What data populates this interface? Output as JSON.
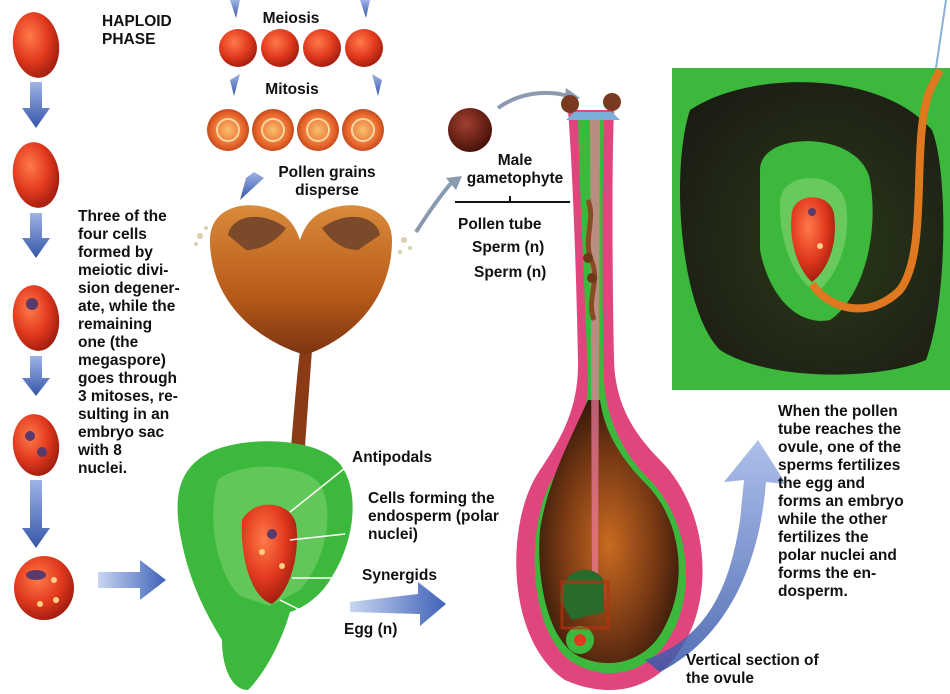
{
  "labels": {
    "haploid_phase": "HAPLOID\nPHASE",
    "meiosis": "Meiosis",
    "mitosis": "Mitosis",
    "pollen_grains": "Pollen grains\ndisperse",
    "male_gametophyte": "Male\ngametophyte",
    "pollen_tube": "Pollen tube",
    "sperm_1": "Sperm (n)",
    "sperm_2": "Sperm (n)",
    "three_cells": "Three of the\nfour cells\nformed by\nmeiotic divi-\nsion degener-\nate, while the\nremaining\none (the\nmegaspore)\ngoes through\n3 mitoses, re-\nsulting in an\nembryo sac\nwith 8\nnuclei.",
    "antipodals": "Antipodals",
    "cells_endosperm": "Cells forming the\nendosperm (polar\nnuclei)",
    "synergids": "Synergids",
    "egg": "Egg (n)",
    "vertical_section": "Vertical section of\nthe ovule",
    "pollen_tube_reaches": "When the pollen\ntube reaches the\novule, one of the\nsperms fertilizes\nthe egg and\nforms an embryo\nwhile the other\nfertilizes the\npolar nuclei and\nforms the en-\ndosperm."
  },
  "colors": {
    "cell_red": "#e23a1e",
    "arrow_blue": "#3f62b8",
    "green": "#3cb93c",
    "pink": "#e0457e",
    "orange": "#d2691e"
  }
}
